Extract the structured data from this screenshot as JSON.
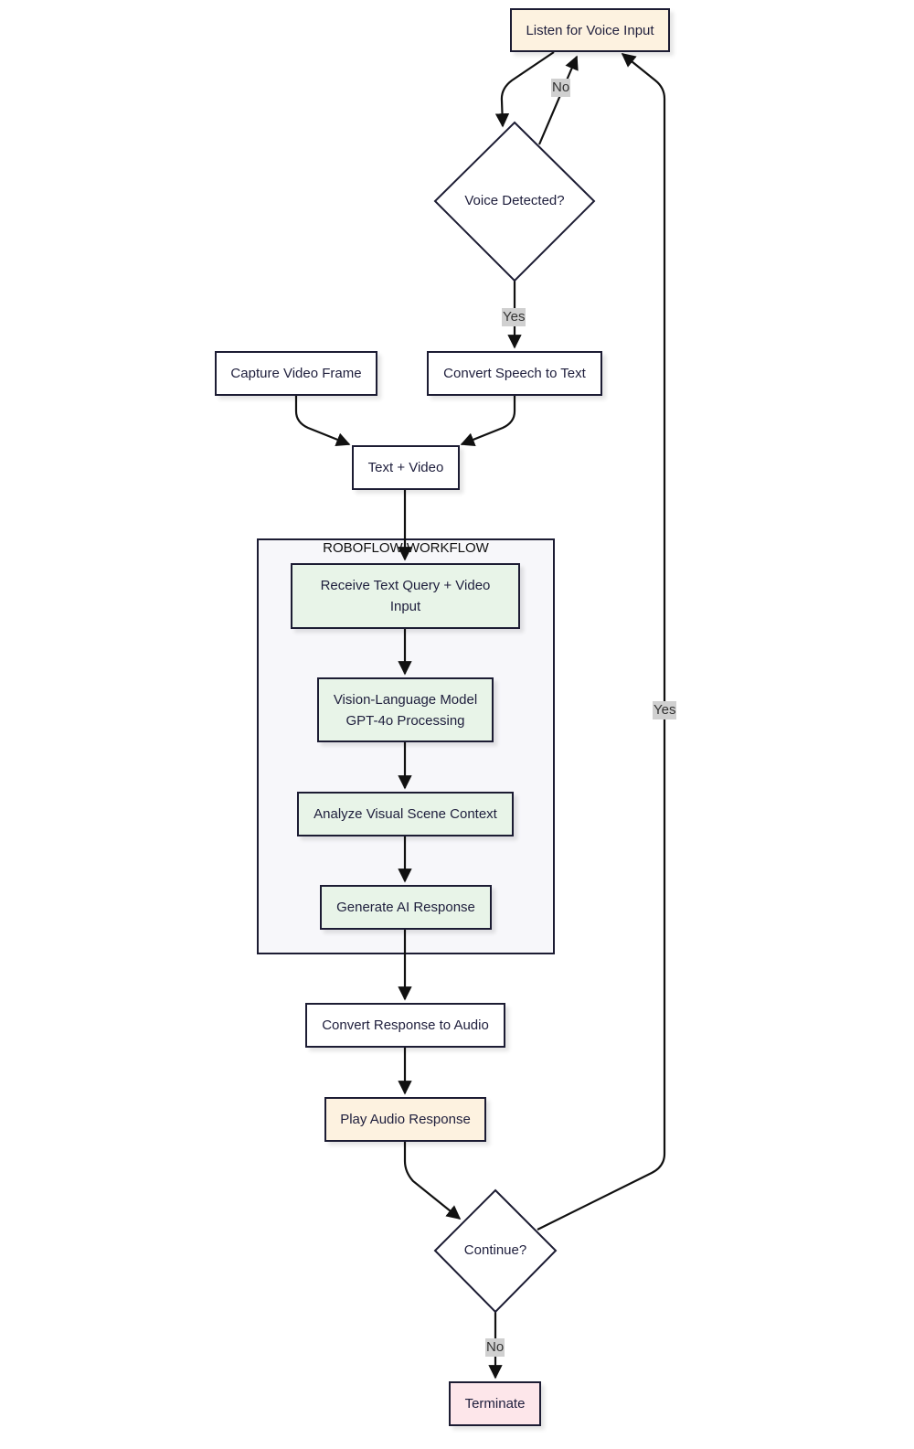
{
  "colors": {
    "stroke": "#1c1c33",
    "io_fill": "#fdf2e0",
    "process_fill": "#ffffff",
    "workflow_fill": "#e8f4e8",
    "terminate_fill": "#fde6ea",
    "cluster_fill": "#f7f7fa",
    "edge_label_bg": "#d0d0d0"
  },
  "nodes": {
    "listen": "Listen for Voice Input",
    "voice_detected": "Voice Detected?",
    "convert_speech": "Convert Speech to Text",
    "capture_frame": "Capture Video Frame",
    "text_video": "Text + Video",
    "receive_query": "Receive Text Query + Video Input",
    "vlm": "Vision-Language Model GPT-4o Processing",
    "analyze": "Analyze Visual Scene Context",
    "generate": "Generate AI Response",
    "convert_audio": "Convert Response to Audio",
    "play_audio": "Play Audio Response",
    "continue": "Continue?",
    "terminate": "Terminate"
  },
  "cluster": {
    "title": "ROBOFLOW WORKFLOW"
  },
  "edge_labels": {
    "voice_no": "No",
    "voice_yes": "Yes",
    "continue_yes": "Yes",
    "continue_no": "No"
  }
}
